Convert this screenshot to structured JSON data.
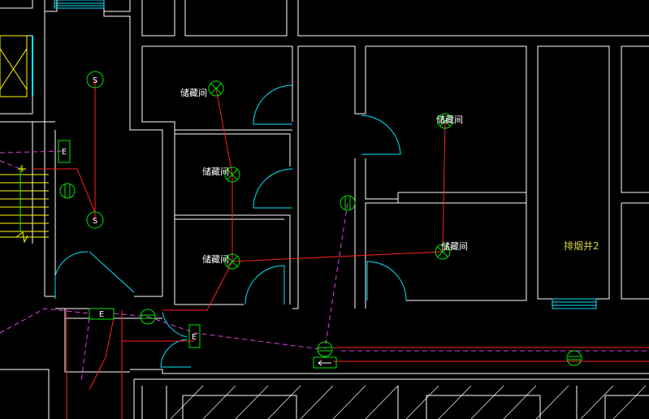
{
  "room_labels": {
    "storage_a": "储藏间",
    "storage_b": "储藏间",
    "storage_c": "储藏间",
    "storage_d": "储藏间",
    "storage_e": "储藏间",
    "smoke_shaft": "排烟井2"
  },
  "symbols": {
    "sensor_s": "S",
    "exit_e": "E"
  },
  "colors": {
    "background": "#000000",
    "walls": "#ffffff",
    "doors": "#00e5ff",
    "detector": "#00e800",
    "wiring_red": "#ff2020",
    "wiring_magenta": "#e040e0",
    "stair_yellow": "#ffff00",
    "text_yellow": "#d8d04a"
  }
}
